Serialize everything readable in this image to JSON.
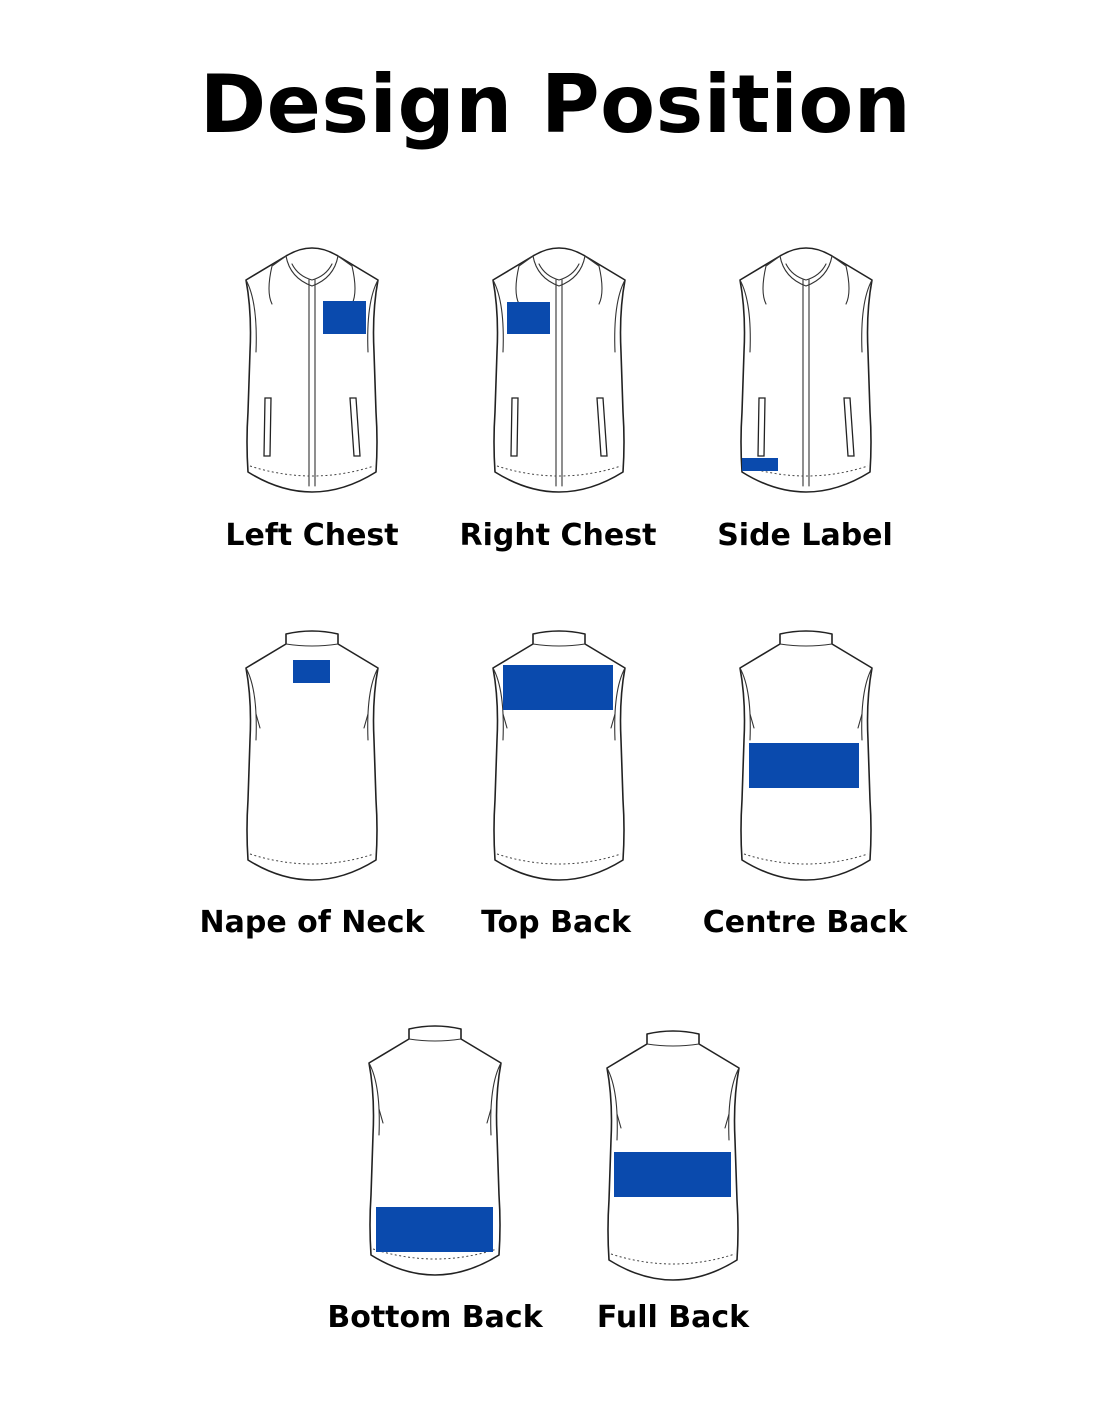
{
  "title": "Design Position",
  "colors": {
    "design_area": "#0a4aad",
    "outline": "#222222",
    "background": "#ffffff"
  },
  "positions": [
    {
      "label": "Left Chest",
      "view": "front"
    },
    {
      "label": "Right Chest",
      "view": "front"
    },
    {
      "label": "Side Label",
      "view": "front"
    },
    {
      "label": "Nape of Neck",
      "view": "back"
    },
    {
      "label": "Top Back",
      "view": "back"
    },
    {
      "label": "Centre Back",
      "view": "back"
    },
    {
      "label": "Bottom Back",
      "view": "back"
    },
    {
      "label": "Full Back",
      "view": "back"
    }
  ]
}
